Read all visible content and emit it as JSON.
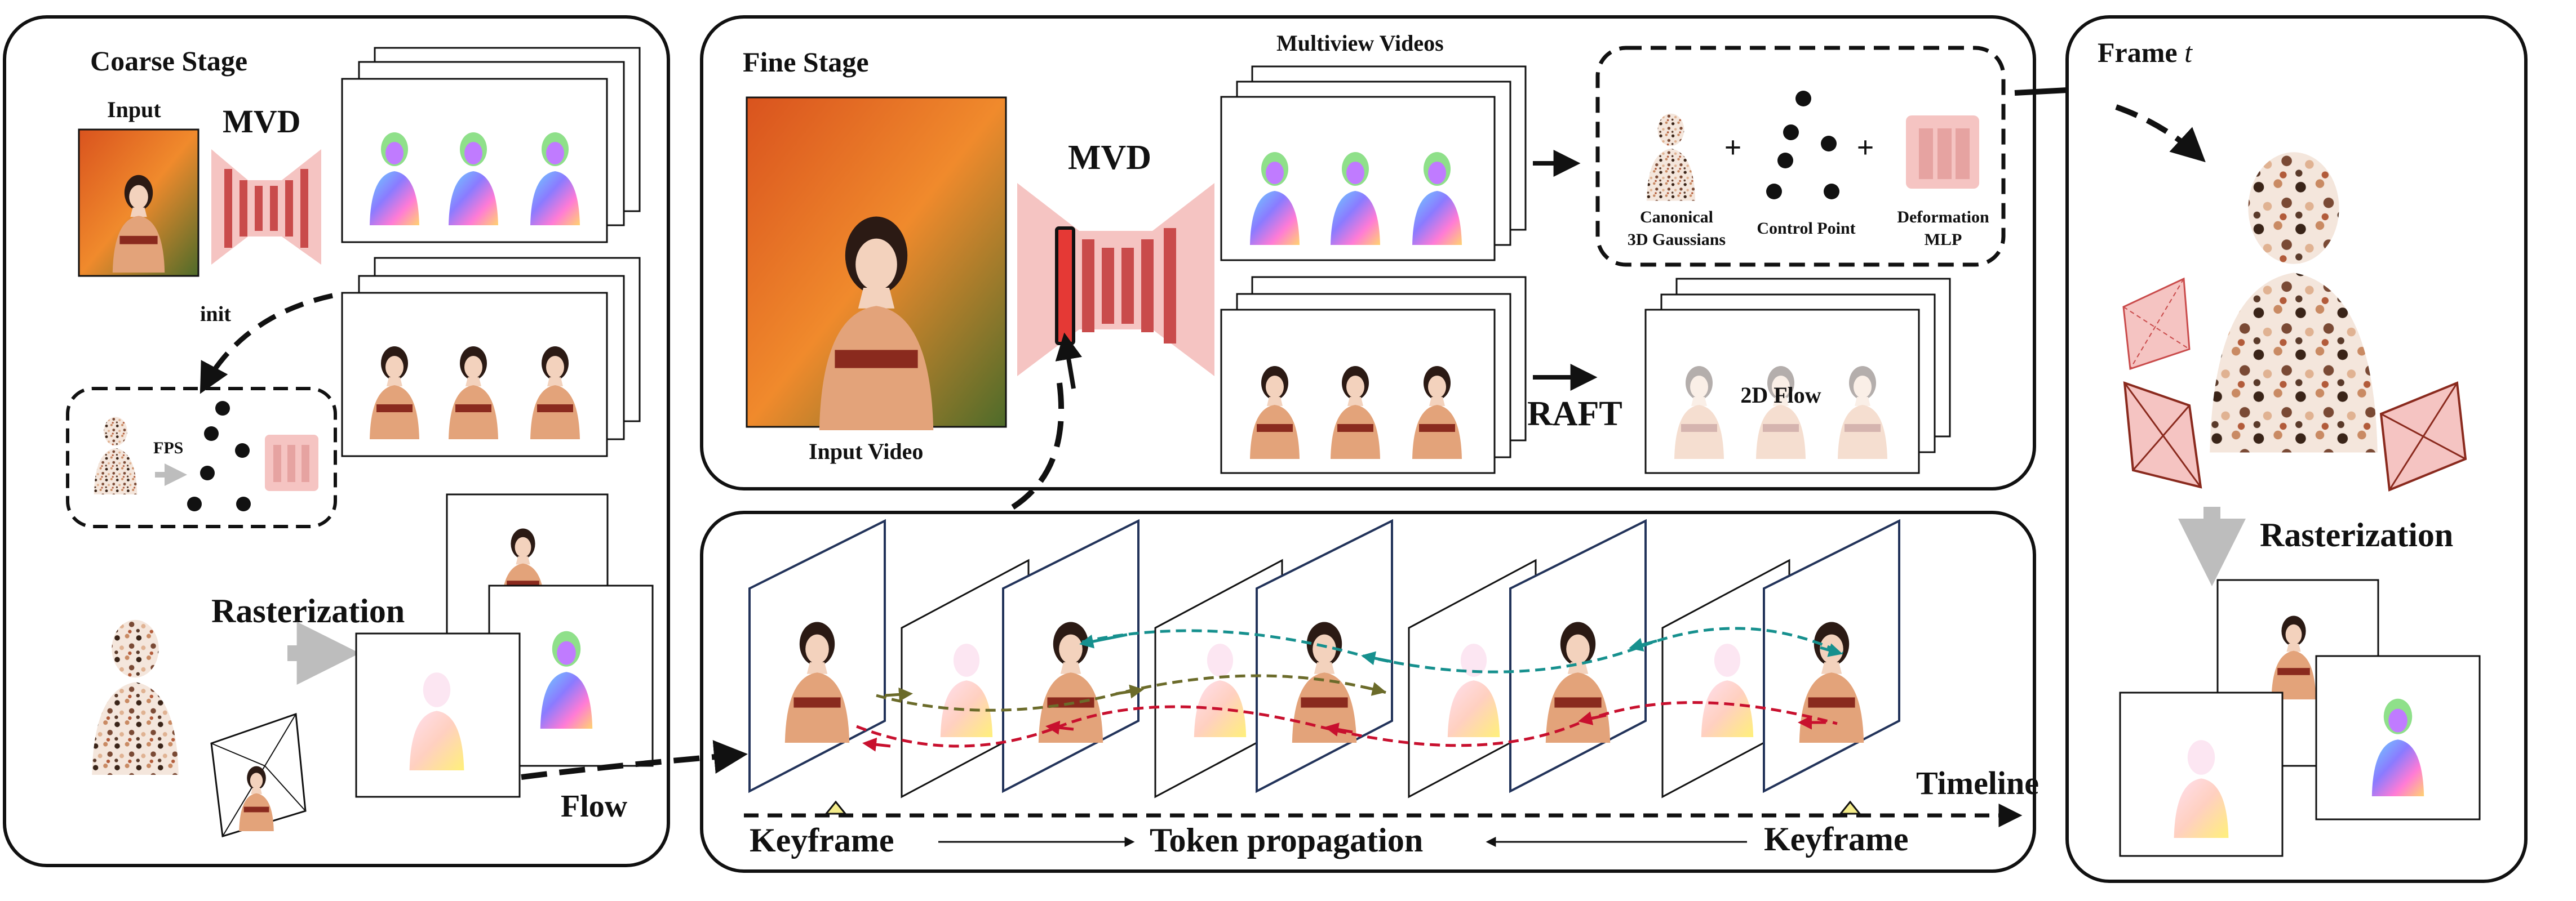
{
  "coarse": {
    "title": "Coarse Stage",
    "input_label": "Input",
    "mvd_label": "MVD",
    "init_label": "init",
    "fps_label": "FPS",
    "rasterization_label": "Rasterization",
    "flow_label": "Flow"
  },
  "fine": {
    "title": "Fine Stage",
    "mvd_label": "MVD",
    "input_video_label": "Input Video",
    "multiview_label": "Multiview Videos",
    "canonical_label_1": "Canonical",
    "canonical_label_2": "3D Gaussians",
    "control_point_label": "Control Point",
    "deformation_label_1": "Deformation",
    "deformation_label_2": "MLP",
    "plus": "+",
    "raft_label": "RAFT",
    "flow2d_label": "2D Flow"
  },
  "timeline": {
    "timeline_label": "Timeline",
    "keyframe_left": "Keyframe",
    "token_propagation": "Token propagation",
    "keyframe_right": "Keyframe"
  },
  "frame": {
    "title": "Frame",
    "t": "t",
    "rasterization_label": "Rasterization"
  },
  "colors": {
    "normal_gradient": [
      "#6fd3ff",
      "#8a7bff",
      "#ff7bd6",
      "#ffd36f"
    ],
    "pink_block": "#f5c4c2",
    "red_block": "#c94b4b",
    "red_arrow": "#c8102e",
    "teal_arrow": "#16908e",
    "olive_arrow": "#6b6b2a",
    "keyframe_marker": "#f4ec8a",
    "kimono": "#e3a37a",
    "hair": "#2b1a14",
    "skin": "#f3d2bd"
  }
}
